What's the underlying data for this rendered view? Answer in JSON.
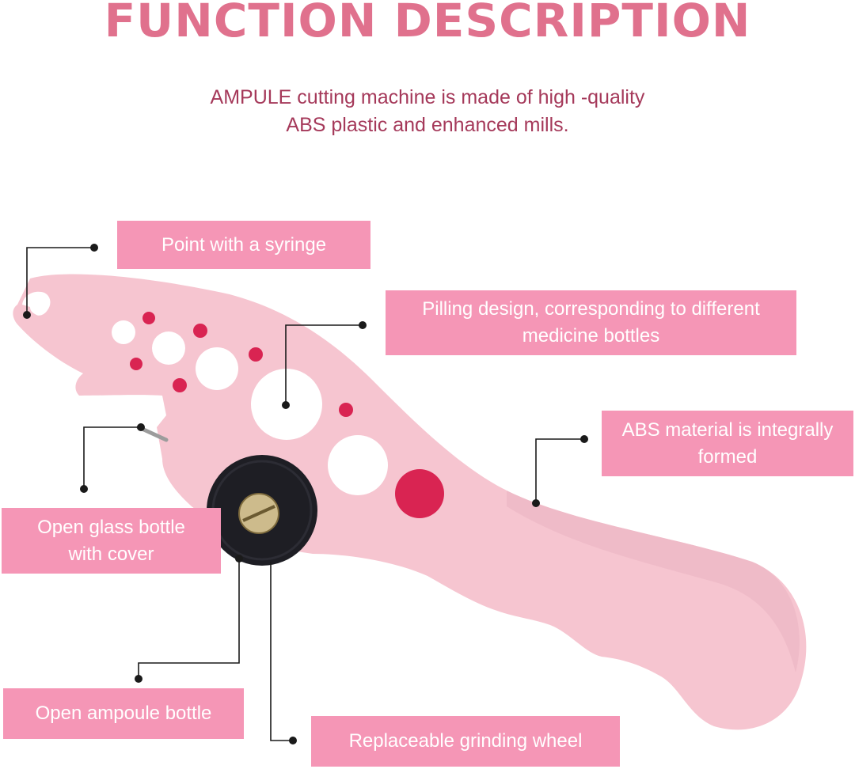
{
  "header": {
    "title": "FUNCTION DESCRIPTION",
    "subtitle_line1": "AMPULE cutting machine is made of high -quality",
    "subtitle_line2": "ABS plastic and enhanced mills."
  },
  "callouts": {
    "syringe": {
      "line1": "Point with a syringe"
    },
    "pilling": {
      "line1": "Pilling design, corresponding to different",
      "line2": "medicine bottles"
    },
    "abs": {
      "line1": "ABS material is integrally",
      "line2": "formed"
    },
    "glass": {
      "line1": "Open glass bottle",
      "line2": "with cover"
    },
    "ampoule": {
      "line1": "Open ampoule bottle"
    },
    "wheel": {
      "line1": "Replaceable grinding wheel"
    }
  },
  "colors": {
    "title": "#e0718d",
    "subtitle": "#a5395a",
    "label_bg": "#f596b6",
    "tool_body": "#f6c5d0",
    "tool_shade": "#eab2c1",
    "dots": "#d92452",
    "wheel": "#1e1e24",
    "leader": "#1a1a1a"
  }
}
